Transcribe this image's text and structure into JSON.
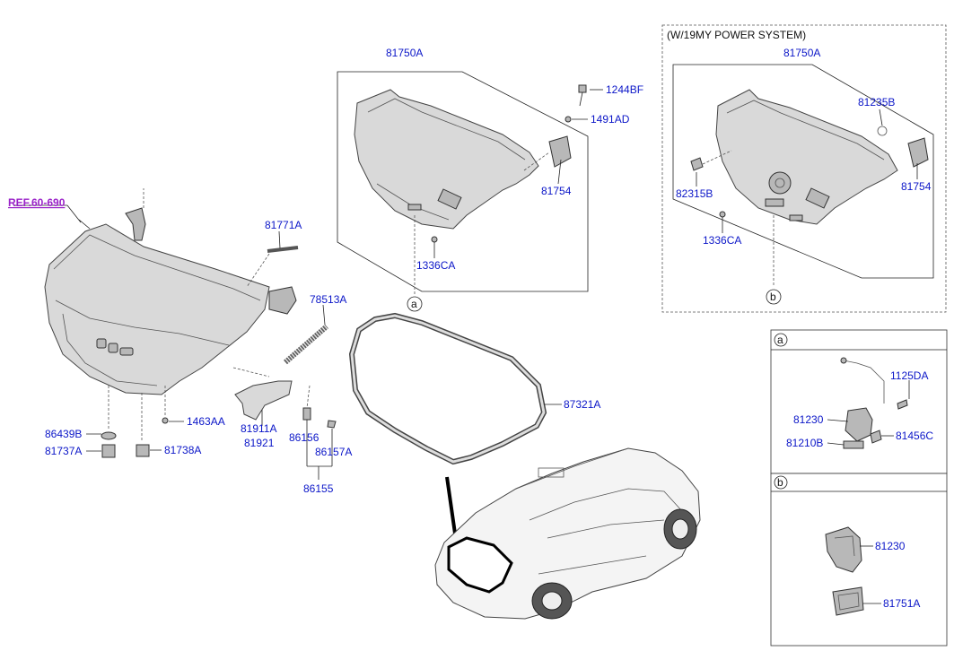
{
  "ref_label": "REF.60-690",
  "power_system_label": "(W/19MY POWER SYSTEM)",
  "callouts": {
    "a": "a",
    "b": "b"
  },
  "parts": {
    "p81750A_1": "81750A",
    "p81750A_2": "81750A",
    "p1244BF": "1244BF",
    "p1491AD": "1491AD",
    "p81754_1": "81754",
    "p81754_2": "81754",
    "p1336CA_1": "1336CA",
    "p1336CA_2": "1336CA",
    "p81235B": "81235B",
    "p82315B": "82315B",
    "p81771A": "81771A",
    "p78513A": "78513A",
    "p87321A": "87321A",
    "p86439B": "86439B",
    "p1463AA": "1463AA",
    "p81737A": "81737A",
    "p81738A": "81738A",
    "p81911A": "81911A",
    "p81921": "81921",
    "p86156": "86156",
    "p86157A": "86157A",
    "p86155": "86155",
    "p1125DA": "1125DA",
    "p81230_1": "81230",
    "p81210B": "81210B",
    "p81456C": "81456C",
    "p81230_2": "81230",
    "p81751A": "81751A"
  }
}
